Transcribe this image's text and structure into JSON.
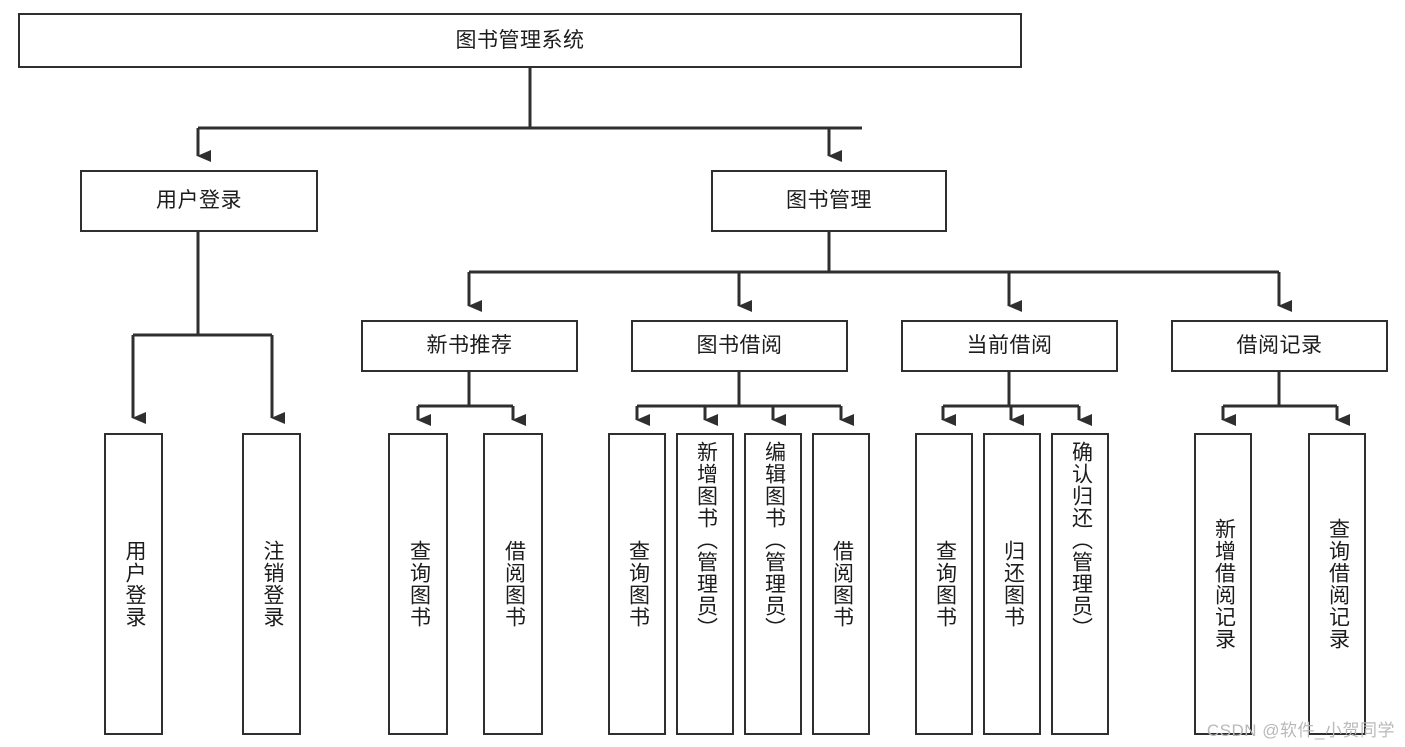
{
  "diagram": {
    "title": "图书管理系统",
    "type": "tree-hierarchy-diagram",
    "root": {
      "id": "root",
      "label": "图书管理系统"
    },
    "level2": [
      {
        "id": "user-login",
        "label": "用户登录"
      },
      {
        "id": "book-management",
        "label": "图书管理"
      }
    ],
    "level3": [
      {
        "id": "new-book-recommend",
        "label": "新书推荐",
        "parent": "book-management"
      },
      {
        "id": "book-borrow",
        "label": "图书借阅",
        "parent": "book-management"
      },
      {
        "id": "current-borrow",
        "label": "当前借阅",
        "parent": "book-management"
      },
      {
        "id": "borrow-record",
        "label": "借阅记录",
        "parent": "book-management"
      }
    ],
    "leaves": [
      {
        "id": "leaf-user-login",
        "label": "用户登录",
        "parent": "user-login"
      },
      {
        "id": "leaf-logout-login",
        "label": "注销登录",
        "parent": "user-login"
      },
      {
        "id": "leaf-query-book-1",
        "label": "查询图书",
        "parent": "new-book-recommend"
      },
      {
        "id": "leaf-borrow-book-1",
        "label": "借阅图书",
        "parent": "new-book-recommend"
      },
      {
        "id": "leaf-query-book-2",
        "label": "查询图书",
        "parent": "book-borrow"
      },
      {
        "id": "leaf-add-book",
        "label": "新增图书（管理员）",
        "parent": "book-borrow"
      },
      {
        "id": "leaf-edit-book",
        "label": "编辑图书（管理员）",
        "parent": "book-borrow"
      },
      {
        "id": "leaf-borrow-book-2",
        "label": "借阅图书",
        "parent": "book-borrow"
      },
      {
        "id": "leaf-query-book-3",
        "label": "查询图书",
        "parent": "current-borrow"
      },
      {
        "id": "leaf-return-book",
        "label": "归还图书",
        "parent": "current-borrow"
      },
      {
        "id": "leaf-confirm-return",
        "label": "确认归还（管理员）",
        "parent": "current-borrow"
      },
      {
        "id": "leaf-add-record",
        "label": "新增借阅记录",
        "parent": "borrow-record"
      },
      {
        "id": "leaf-query-record",
        "label": "查询借阅记录",
        "parent": "borrow-record"
      }
    ],
    "watermark": "CSDN @软件_小贺同学",
    "colors": {
      "stroke": "#2f2f2f",
      "fill": "#ffffff",
      "text": "#1c1c1c",
      "watermark": "#b9b9b9"
    }
  }
}
